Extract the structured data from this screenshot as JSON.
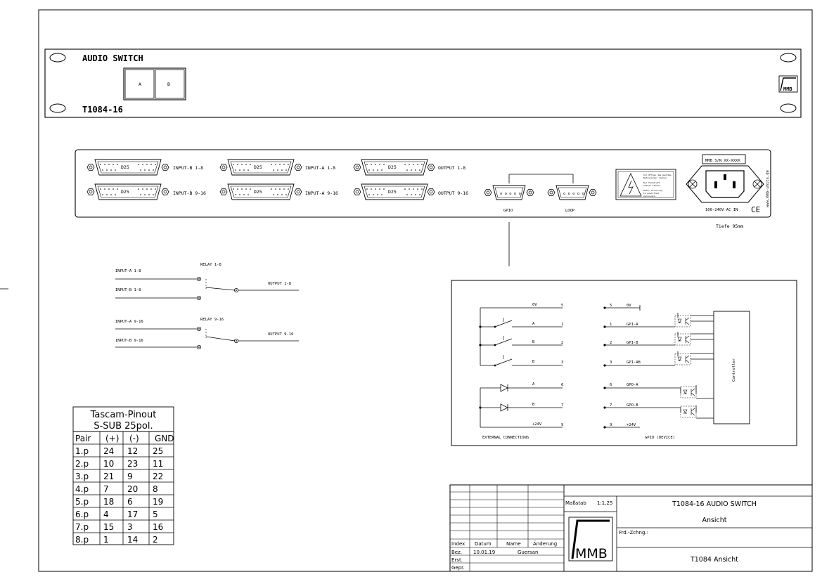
{
  "front_panel": {
    "title": "AUDIO SWITCH",
    "model": "T1084-16",
    "button_a": "A",
    "button_b": "B",
    "logo": "MMB"
  },
  "rear_panel": {
    "connectors": [
      {
        "type": "D25",
        "label": "INPUT-B 1-8"
      },
      {
        "type": "D25",
        "label": "INPUT-B 9-16"
      },
      {
        "type": "D25",
        "label": "INPUT-A 1-8"
      },
      {
        "type": "D25",
        "label": "INPUT-A 9-16"
      },
      {
        "type": "D25",
        "label": "OUTPUT 1-8"
      },
      {
        "type": "D25",
        "label": "OUTPUT 9-16"
      }
    ],
    "gpio_label": "GPIO",
    "loop_label": "LOOP",
    "warning_lines": [
      "Vor Öffnen des Gerätes",
      "Netzstecker ziehen.",
      "Nur Fachkraft",
      "öffnen lassen.",
      "Refer servicing",
      "to qualified",
      "personnel."
    ],
    "serial": "MMB S/N XX-XXXX",
    "power": "100-240V AC IN",
    "ce": "CE",
    "website": "www.mmb-units.de",
    "depth": "Tiefe 95mm"
  },
  "relay_diagram": {
    "groups": [
      {
        "relay": "RELAY 1-8",
        "input_a": "INPUT-A 1-8",
        "input_b": "INPUT-B  1-8",
        "output": "OUTPUT 1-8"
      },
      {
        "relay": "RELAY 9-16",
        "input_a": "INPUT-A 9-16",
        "input_b": "INPUT-B  9-16",
        "output": "OUTPUT 9-16"
      }
    ]
  },
  "gpio_diagram": {
    "external_rows": [
      {
        "name": "0V",
        "pin": "5"
      },
      {
        "name": "A",
        "pin": "1"
      },
      {
        "name": "B",
        "pin": "2"
      },
      {
        "name": "B",
        "pin": "3"
      },
      {
        "name": "A",
        "pin": "6"
      },
      {
        "name": "B",
        "pin": "7"
      },
      {
        "name": "+24V",
        "pin": "9"
      }
    ],
    "device_rows": [
      {
        "pin": "5",
        "name": "0V"
      },
      {
        "pin": "1",
        "name": "GPI-A"
      },
      {
        "pin": "2",
        "name": "GPI-B"
      },
      {
        "pin": "3",
        "name": "GPI-AB"
      },
      {
        "pin": "6",
        "name": "GPO-A"
      },
      {
        "pin": "7",
        "name": "GPO-B"
      },
      {
        "pin": "9",
        "name": "+24V"
      }
    ],
    "controller": "Controller",
    "external_caption": "EXTERNAL CONNECTIONS",
    "device_caption": "GPIO (DEVICE)"
  },
  "pinout_table": {
    "title_line1": "Tascam-Pinout",
    "title_line2": "S-SUB 25pol.",
    "headers": [
      "Pair",
      "(+)",
      "(-)",
      "GND"
    ],
    "rows": [
      [
        "1.p",
        "24",
        "12",
        "25"
      ],
      [
        "2.p",
        "10",
        "23",
        "11"
      ],
      [
        "3.p",
        "21",
        "9",
        "22"
      ],
      [
        "4.p",
        "7",
        "20",
        "8"
      ],
      [
        "5.p",
        "18",
        "6",
        "19"
      ],
      [
        "6.p",
        "4",
        "17",
        "5"
      ],
      [
        "7.p",
        "15",
        "3",
        "16"
      ],
      [
        "8.p",
        "1",
        "14",
        "2"
      ]
    ]
  },
  "title_block": {
    "scale_label": "Maßstab",
    "scale_value": "1:1,25",
    "drawing_title": "T1084-16 AUDIO SWITCH",
    "view": "Ansicht",
    "frd_label": "Frd.-Zchng.:",
    "drawing_name": "T1084 Ansicht",
    "logo": "MMB",
    "rev_headers": [
      "Index",
      "Datum",
      "Name",
      "Änderung"
    ],
    "bez_label": "Bez.",
    "bez_date": "10.01.19",
    "bez_name": "Guersan",
    "erst_label": "Erst.",
    "gepr_label": "Gepr."
  }
}
